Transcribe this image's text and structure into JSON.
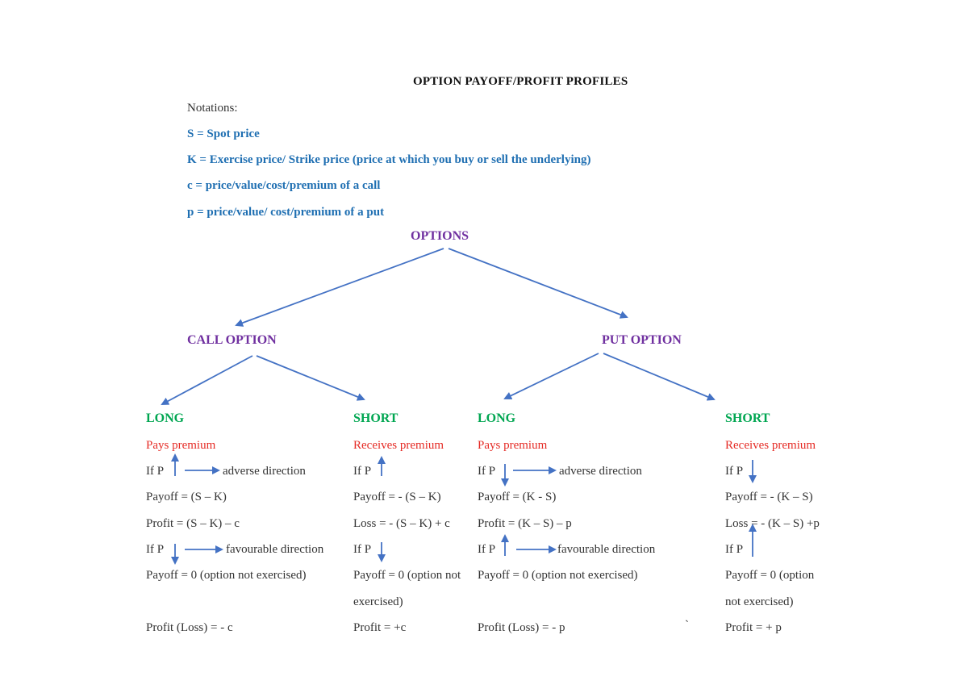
{
  "title": "OPTION PAYOFF/PROFIT PROFILES",
  "notations": {
    "label": "Notations:",
    "s": "S = Spot price",
    "k": "K = Exercise price/ Strike price (price at which you buy or sell the underlying)",
    "c": "c = price/value/cost/premium of a call",
    "p": "p = price/value/ cost/premium of a put"
  },
  "tree": {
    "root": "OPTIONS",
    "call": "CALL OPTION",
    "put": "PUT OPTION"
  },
  "columns": {
    "call_long": {
      "heading": "LONG",
      "premium": "Pays premium",
      "if_up": "If P",
      "up_result": "adverse direction",
      "payoff1": "Payoff = (S – K)",
      "profit1": "Profit = (S – K) – c",
      "if_down": "If P",
      "down_result": "favourable direction",
      "payoff2": "Payoff = 0 (option not exercised)",
      "profit2": "Profit (Loss) = - c"
    },
    "call_short": {
      "heading": "SHORT",
      "premium": "Receives premium",
      "if_up": "If P",
      "payoff1": "Payoff = - (S – K)",
      "loss1": "Loss = - (S – K) + c",
      "if_down": "If P",
      "payoff2a": "Payoff = 0 (option not",
      "payoff2b": "exercised)",
      "profit2": "Profit = +c"
    },
    "put_long": {
      "heading": "LONG",
      "premium": "Pays premium",
      "if_down": "If P",
      "down_result": "adverse direction",
      "payoff1": "Payoff = (K - S)",
      "profit1": "Profit = (K – S) – p",
      "if_up": "If P",
      "up_result": "favourable direction",
      "payoff2": "Payoff = 0 (option not exercised)",
      "profit2": "Profit (Loss) = - p",
      "stray": "`"
    },
    "put_short": {
      "heading": "SHORT",
      "premium": "Receives premium",
      "if_down": "If P",
      "payoff1": "Payoff = - (K – S)",
      "loss1": "Loss = - (K – S) +p",
      "if_up": "If P",
      "payoff2a": "Payoff = 0 (option",
      "payoff2b": "not exercised)",
      "profit2": "Profit = + p"
    }
  },
  "colors": {
    "arrow": "#4472c4",
    "blue_text": "#1f6fb2",
    "purple": "#7030a0",
    "green": "#00a651",
    "red": "#e52b25"
  }
}
